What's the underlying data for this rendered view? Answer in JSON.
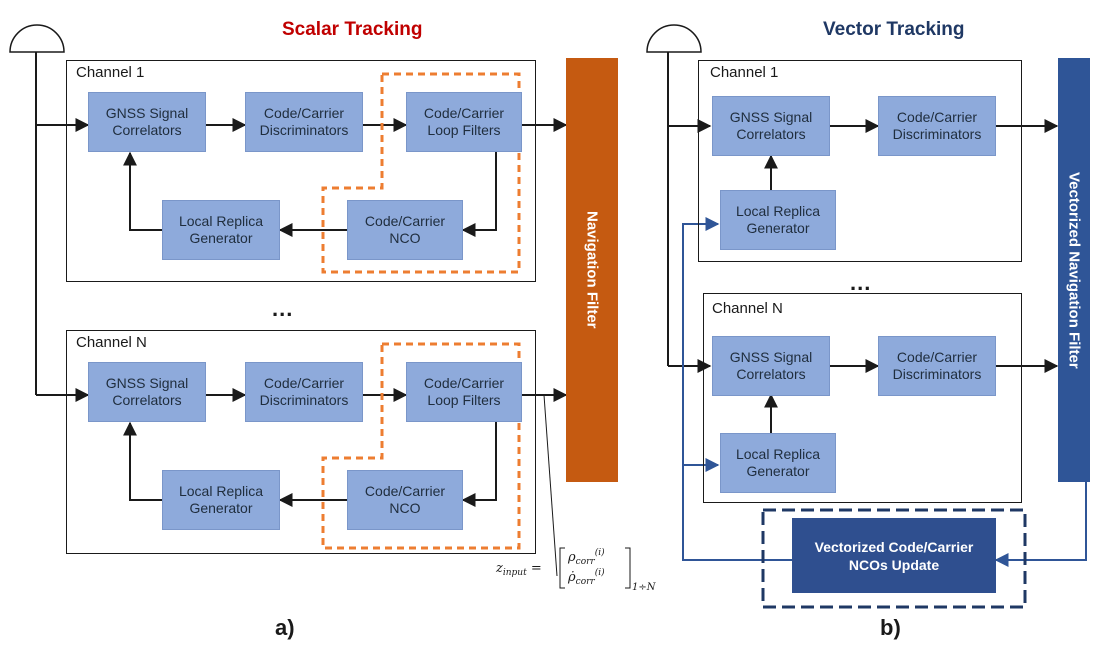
{
  "scalar": {
    "title": "Scalar Tracking",
    "caption": "a)",
    "channel1_label": "Channel 1",
    "channelN_label": "Channel N",
    "ellipsis": "...",
    "blocks": {
      "correlators": "GNSS Signal\nCorrelators",
      "discriminators": "Code/Carrier\nDiscriminators",
      "loop_filters": "Code/Carrier\nLoop Filters",
      "nco": "Code/Carrier\nNCO",
      "replica": "Local Replica\nGenerator"
    },
    "filter_label": "Navigation Filter",
    "formula": {
      "lhs": "z",
      "lhs_sub": "input",
      "rho_sub": "corr",
      "sup": "(i)",
      "outer_sub": "1÷N"
    }
  },
  "vector": {
    "title": "Vector Tracking",
    "caption": "b)",
    "channel1_label": "Channel 1",
    "channelN_label": "Channel N",
    "ellipsis": "...",
    "blocks": {
      "correlators": "GNSS Signal\nCorrelators",
      "discriminators": "Code/Carrier\nDiscriminators",
      "replica": "Local Replica\nGenerator"
    },
    "filter_label": "Vectorized Navigation Filter",
    "nco_update": "Vectorized Code/Carrier\nNCOs Update"
  },
  "colors": {
    "scalar_title": "#c00000",
    "vector_title": "#1f3864",
    "block_fill": "#8eaadb",
    "nav_filter": "#c55a11",
    "vec_filter": "#2f5597",
    "dashed_orange": "#ed7d31",
    "dashed_blue": "#1f3864",
    "feedback_blue": "#2f5597"
  }
}
